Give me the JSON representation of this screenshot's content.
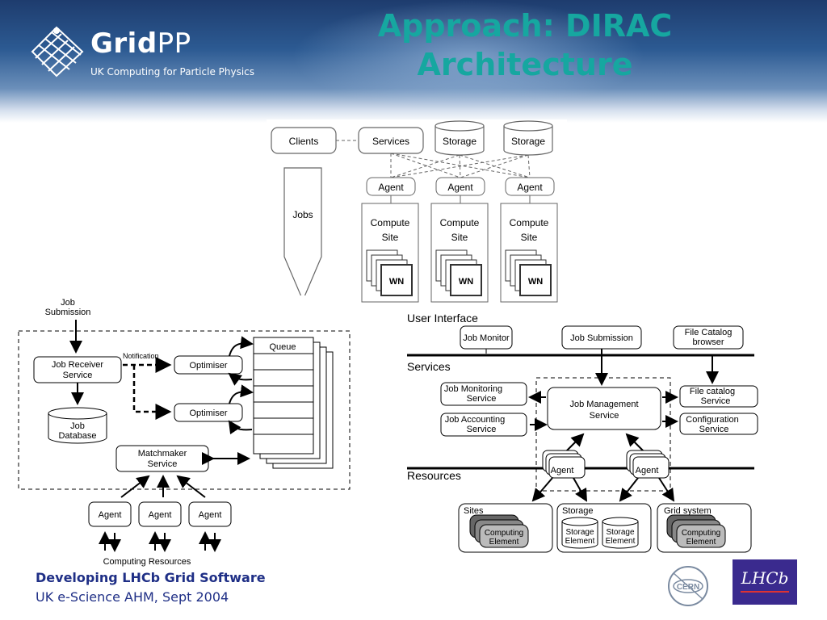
{
  "header": {
    "logo_main": "Grid",
    "logo_pp": "PP",
    "logo_sub": "UK Computing for Particle Physics",
    "title_line1": "Approach: DIRAC",
    "title_line2": "Architecture"
  },
  "top_diagram": {
    "clients": "Clients",
    "services": "Services",
    "storage1": "Storage",
    "storage2": "Storage",
    "jobs": "Jobs",
    "agents": [
      "Agent",
      "Agent",
      "Agent"
    ],
    "site_line1": "Compute",
    "site_line2": "Site",
    "wn": "WN"
  },
  "left_diagram": {
    "job_submission_1": "Job",
    "job_submission_2": "Submission",
    "receiver_1": "Job Receiver",
    "receiver_2": "Service",
    "notification": "Notification",
    "optimiser_a": "Optimiser",
    "optimiser_b": "Optimiser",
    "queue": "Queue",
    "jobdb_1": "Job",
    "jobdb_2": "Database",
    "matchmaker_1": "Matchmaker",
    "matchmaker_2": "Service",
    "agents": [
      "Agent",
      "Agent",
      "Agent"
    ],
    "computing_resources": "Computing Resources"
  },
  "right_diagram": {
    "user_interface": "User Interface",
    "job_monitor": "Job Monitor",
    "job_submission": "Job Submission",
    "fc_browser_1": "File Catalog",
    "fc_browser_2": "browser",
    "services": "Services",
    "jms_1": "Job Monitoring",
    "jms_2": "Service",
    "jas_1": "Job Accounting",
    "jas_2": "Service",
    "jm_1": "Job Management",
    "jm_2": "Service",
    "fcs_1": "File catalog",
    "fcs_2": "Service",
    "cfg_1": "Configuration",
    "cfg_2": "Service",
    "resources": "Resources",
    "agent_a": "Agent",
    "agent_b": "Agent",
    "sites": "Sites",
    "storage": "Storage",
    "grid_system": "Grid system",
    "ce_1": "Computing",
    "ce_2": "Element",
    "se_1": "Storage",
    "se_2": "Element"
  },
  "footer": {
    "line1": "Developing LHCb Grid Software",
    "line2": "UK e-Science AHM, Sept 2004",
    "cern_logo": "CERN",
    "lhcb_logo": "LHCb"
  },
  "colors": {
    "title": "#16a7a0",
    "footer": "#1f2f86",
    "header_dark": "#1e3c6e",
    "lhcb_bg": "#3a2a8e"
  }
}
